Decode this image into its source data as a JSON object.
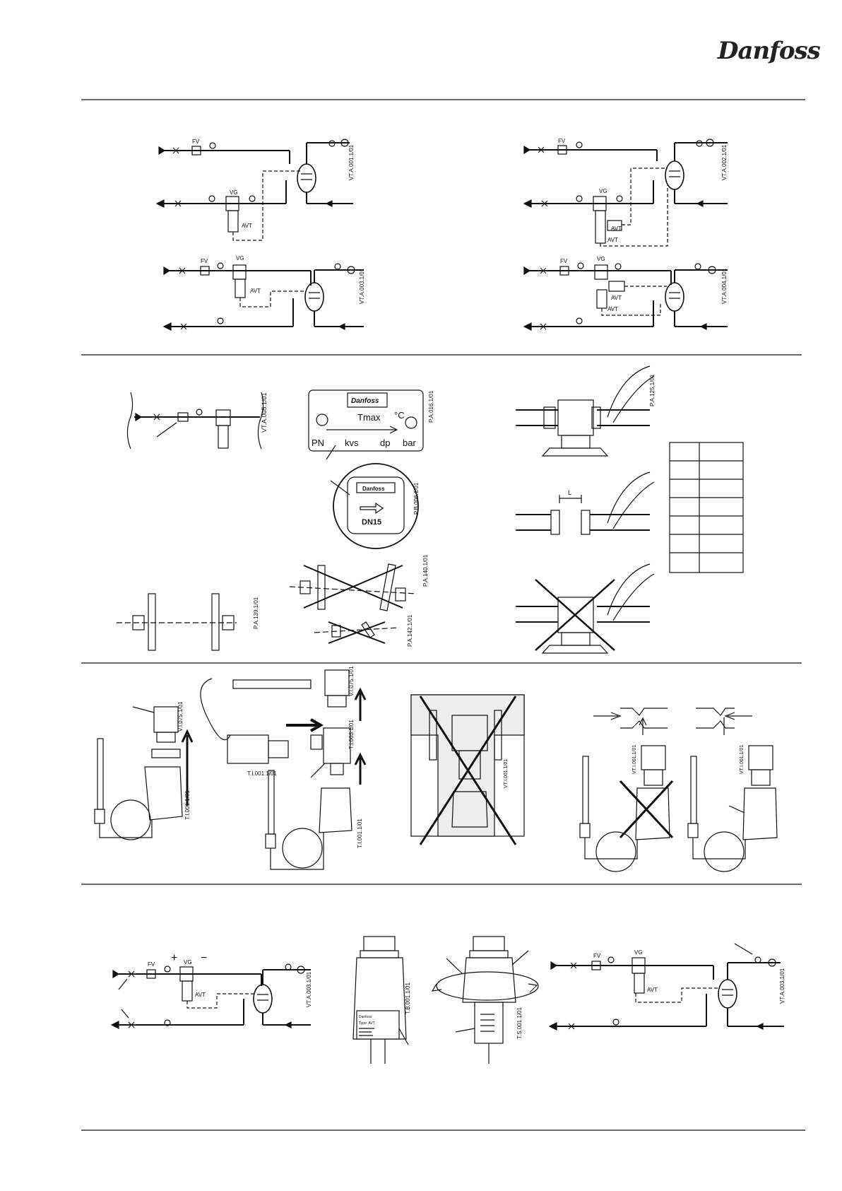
{
  "brand": {
    "logo_text": "Danfoss"
  },
  "labels": {
    "fv": "FV",
    "vg": "VG",
    "avt": "AVT",
    "l": "L",
    "tmax": "Tmax",
    "degc": "°C",
    "pn": "PN",
    "kvs": "kvs",
    "dp": "dp",
    "bar": "bar",
    "dn15": "DN15",
    "plate_logo": "Danfoss",
    "plus": "+",
    "minus": "−",
    "actuator_tag": "Danfoss",
    "actuator_type": "Type: AVT"
  },
  "codes": {
    "s1_a": "VT.A.001.1/01",
    "s1_b": "VT.A.002.1/01",
    "s1_c": "VT.A.003.1/01",
    "s1_d": "VT.A.004.1/01",
    "s2_a": "VT.A.005.1/01",
    "s2_b": "P.A.016.1/01",
    "s2_c": "P.B.006.1/01",
    "s2_d": "P.A.139.1/01",
    "s2_e": "P.A.140.1/01",
    "s2_f": "P.A.142.1/01",
    "s2_g": "P.A.125.1/01",
    "s3_a": "V.I.075.1/01",
    "s3_b": "T.I.001.1/01",
    "s3_c": "V.I.075.1/01",
    "s3_d": "T.I.003.1/01",
    "s3_e": "T.I.001.1/01",
    "s3_f": "T.I.001.1/01",
    "s3_g": "VT.I.001.1/01",
    "s3_h": "VT.I.001.1/01",
    "s3_i": "VT.I.001.1/01",
    "s4_a": "VT.A.003.1/01",
    "s4_b": "T.B.001.1/01",
    "s4_c": "T.S.001.1/01",
    "s4_d": "VT.A.003.1/01"
  },
  "length_table": {
    "rows": 7,
    "cols": 2
  }
}
